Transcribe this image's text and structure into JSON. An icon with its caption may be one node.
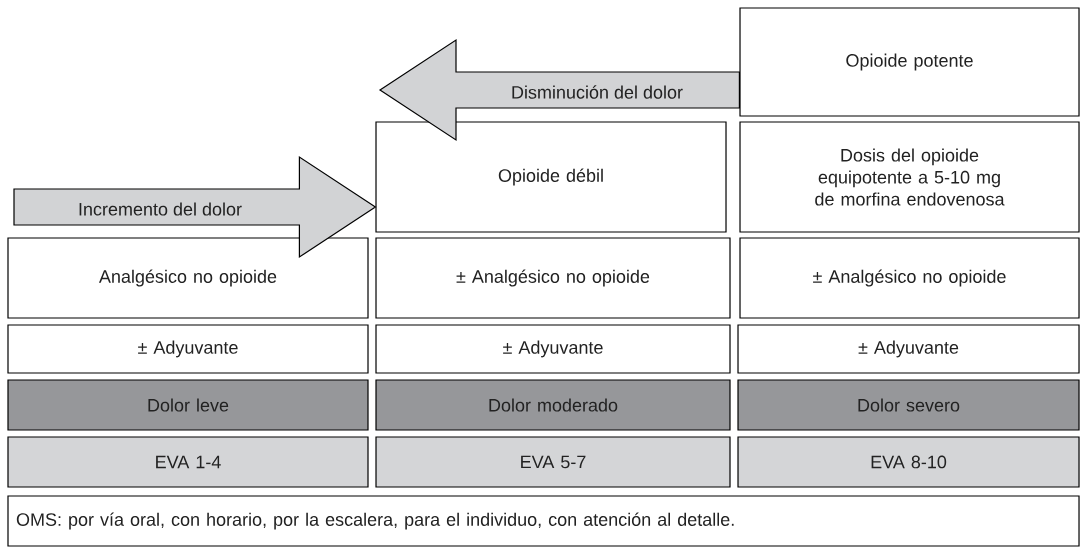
{
  "diagram": {
    "nodes": [
      {
        "text": [
          "Opioide potente"
        ]
      },
      {
        "text": [
          "Opioide débil"
        ]
      },
      {
        "text": [
          "Dosis del opioide equipotente a 5-10 mg de morfina endovenosa"
        ]
      },
      {
        "text": [
          "Analgésico no opioide"
        ]
      },
      {
        "text": [
          "± Analgésico no opioide"
        ]
      },
      {
        "text": [
          "± Analgésico no opioide"
        ]
      },
      {
        "text": [
          "± Adyuvante"
        ]
      },
      {
        "text": [
          "± Adyuvante"
        ]
      },
      {
        "text": [
          "± Adyuvante"
        ]
      },
      {
        "text": [
          "Dolor leve"
        ]
      },
      {
        "text": [
          "Dolor moderado"
        ]
      },
      {
        "text": [
          "Dolor severo"
        ]
      },
      {
        "text": [
          "EVA 1-4"
        ]
      },
      {
        "text": [
          "EVA 5-7"
        ]
      },
      {
        "text": [
          "EVA 8-10"
        ]
      },
      {
        "text": [
          "OMS: por vía oral, con horario, por la escalera, para el individuo, con atención al detalle."
        ]
      }
    ],
    "edges": [
      {
        "from": null,
        "to": 1,
        "arrow": "to",
        "label": "Incremento del dolor",
        "style": "thick"
      },
      {
        "from": 0,
        "to": null,
        "arrow": "to",
        "label": "Disminución del dolor",
        "style": "thick"
      }
    ]
  }
}
